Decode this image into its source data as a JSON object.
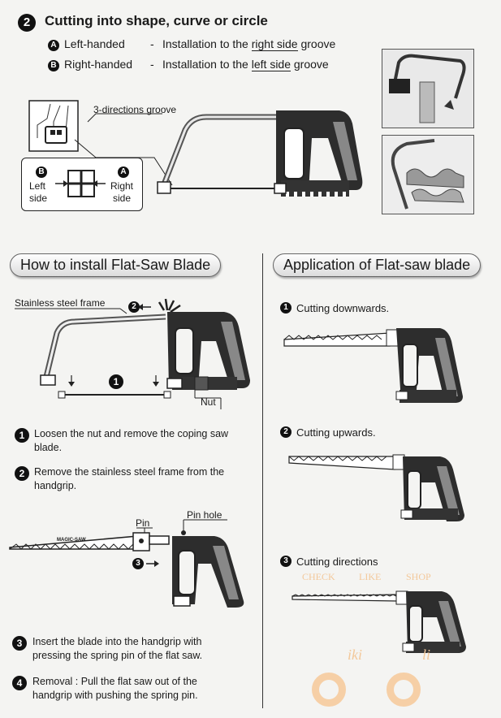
{
  "section": {
    "number": "2",
    "title": "Cutting into shape, curve or circle",
    "options": [
      {
        "badge": "A",
        "label": "Left-handed",
        "dash": "-",
        "pre": "Installation to the",
        "side": "right side",
        "post": "groove"
      },
      {
        "badge": "B",
        "label": "Right-handed",
        "dash": "-",
        "pre": "Installation to the",
        "side": "left side",
        "post": "groove"
      }
    ],
    "groove_label": "3-directions groove",
    "inset": {
      "left_badge": "B",
      "left_text": "Left side",
      "right_badge": "A",
      "right_text": "Right side"
    }
  },
  "install": {
    "heading": "How to install Flat-Saw Blade",
    "frame_label": "Stainless steel frame",
    "frame_step": "2",
    "blade_step": "1",
    "nut_label": "Nut",
    "pin_label": "Pin",
    "pin_hole_label": "Pin hole",
    "insert_step": "3",
    "blade_brand": "MAGIC-SAW",
    "steps": [
      {
        "num": "1",
        "text": "Loosen the nut and remove the coping saw blade."
      },
      {
        "num": "2",
        "text": "Remove the stainless steel frame from the handgrip."
      },
      {
        "num": "3",
        "text": "Insert the blade into the handgrip with pressing the spring pin of the flat saw."
      },
      {
        "num": "4",
        "text": "Removal : Pull the flat saw out of the handgrip with pushing the spring pin."
      }
    ]
  },
  "application": {
    "heading": "Application of Flat-saw blade",
    "items": [
      {
        "num": "1",
        "text": "Cutting downwards."
      },
      {
        "num": "2",
        "text": "Cutting upwards."
      },
      {
        "num": "3",
        "text": "Cutting directions"
      }
    ]
  },
  "watermark": {
    "nav": [
      "CHECK",
      "LIKE",
      "SHOP"
    ],
    "brand_left": "iki",
    "brand_right": "li"
  }
}
